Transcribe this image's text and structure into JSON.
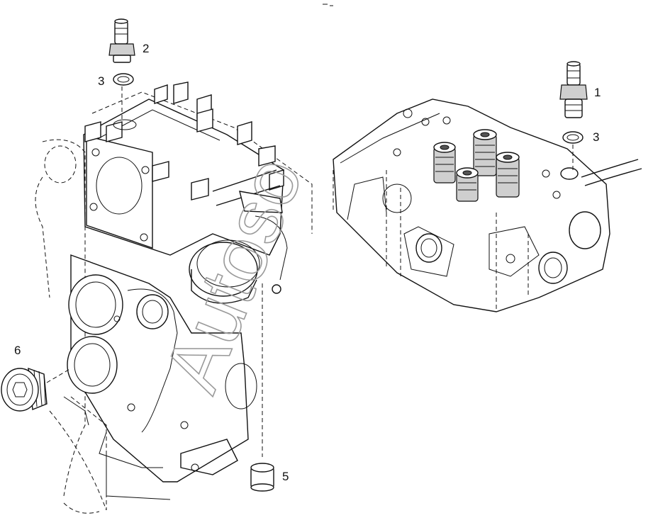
{
  "callouts": {
    "c1": "1",
    "c2": "2",
    "c3a": "3",
    "c3b": "3",
    "c5": "5",
    "c6": "6"
  },
  "watermark": "Autoso",
  "colors": {
    "line": "#111111",
    "background": "#ffffff",
    "watermark": "#9a9a9a"
  }
}
